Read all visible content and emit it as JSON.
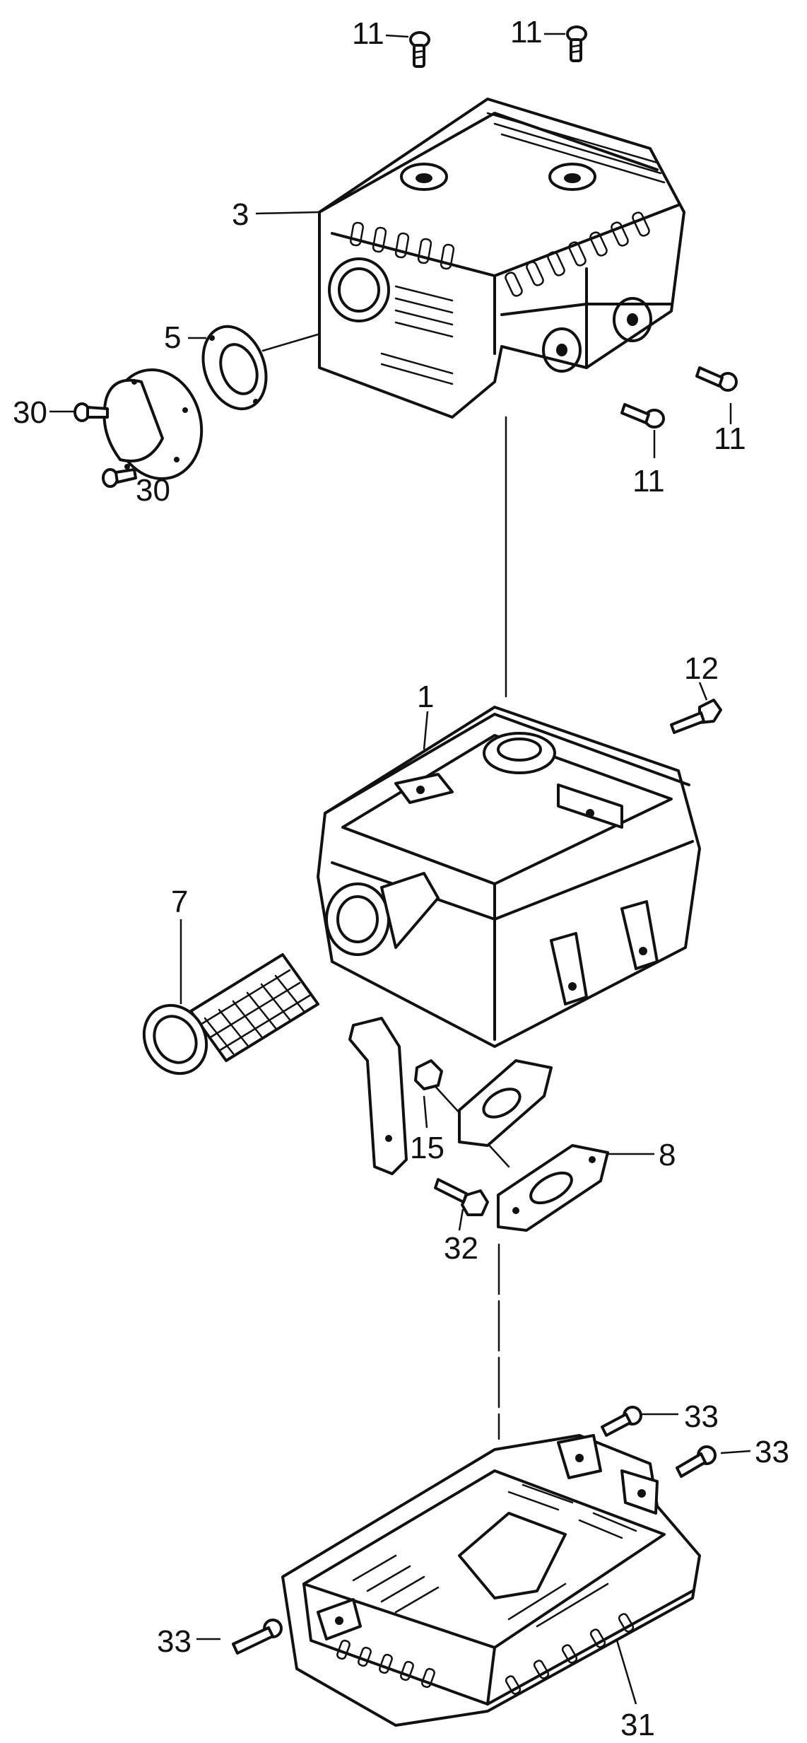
{
  "title": "",
  "callouts": [
    {
      "id": "c11a",
      "text": "11",
      "part": "screw"
    },
    {
      "id": "c11b",
      "text": "11",
      "part": "screw"
    },
    {
      "id": "c11c",
      "text": "11",
      "part": "screw"
    },
    {
      "id": "c11d",
      "text": "11",
      "part": "screw"
    },
    {
      "id": "c3",
      "text": "3",
      "part": "muffler-protector-cover"
    },
    {
      "id": "c5",
      "text": "5",
      "part": "gasket-ring"
    },
    {
      "id": "c30a",
      "text": "30",
      "part": "screw"
    },
    {
      "id": "c30b",
      "text": "30",
      "part": "screw"
    },
    {
      "id": "c12",
      "text": "12",
      "part": "bolt"
    },
    {
      "id": "c1",
      "text": "1",
      "part": "muffler"
    },
    {
      "id": "c7",
      "text": "7",
      "part": "spark-arrester-screen"
    },
    {
      "id": "c15",
      "text": "15",
      "part": "nut"
    },
    {
      "id": "c8",
      "text": "8",
      "part": "exhaust-gasket"
    },
    {
      "id": "c32",
      "text": "32",
      "part": "bolt"
    },
    {
      "id": "c33a",
      "text": "33",
      "part": "screw"
    },
    {
      "id": "c33b",
      "text": "33",
      "part": "screw"
    },
    {
      "id": "c33c",
      "text": "33",
      "part": "screw"
    },
    {
      "id": "c31",
      "text": "31",
      "part": "lower-cover"
    }
  ]
}
